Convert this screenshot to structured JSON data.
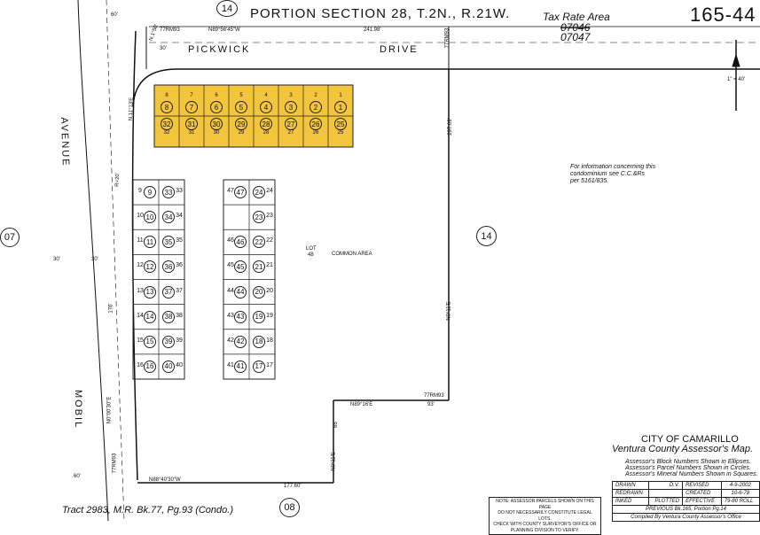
{
  "header": {
    "book_circle": "14",
    "title": "PORTION SECTION 28, T.2N., R.21W.",
    "tax_rate_area_label": "Tax Rate Area",
    "tax_rate_area_old": "07046",
    "tax_rate_area_new": "07047",
    "map_number": "165-44",
    "scale": "1\" = 40'"
  },
  "streets": {
    "pickwick": "PICKWICK",
    "drive": "DRIVE",
    "avenue": "AVENUE",
    "mobil": "MOBIL"
  },
  "dimensions": {
    "top_bearing": "N89°56'45\"W",
    "top_length": "241.98'",
    "left_bearing_a": "N.1°50'",
    "left_bearing_b": "N.11°13'E",
    "left_bearing_c": "N0°00'30\"E",
    "right_bearing": "N0°11'E",
    "right_length": "297.09'",
    "mid_bearing": "N89°16'E",
    "mid_length": "93'",
    "bottom_bearing": "N88°40'30\"W",
    "bottom_length": "177.60'",
    "low_bearing": "N0°11'E",
    "low_length": "65'",
    "rm_1": "77RM93",
    "rm_2": "77RM93",
    "rm_3": "77RM93",
    "rm_4": "77RM93",
    "d_60_top": "60'",
    "d_60_bottom": "60'",
    "d_30_a": "30'",
    "d_30_b": "30'",
    "d_30_c": "30'",
    "d_176": "176'",
    "d_r": "R=20'"
  },
  "lot": {
    "label": "LOT",
    "number": "48",
    "area": "COMMON AREA"
  },
  "info_note": [
    "For information concerning this",
    "condominium see C.C.&Rs",
    "per 5161/835."
  ],
  "adjacent": {
    "left": "07",
    "right": "14",
    "bottom": "08"
  },
  "top_row": [
    {
      "top": "8",
      "mid": "8"
    },
    {
      "top": "7",
      "mid": "7"
    },
    {
      "top": "6",
      "mid": "6"
    },
    {
      "top": "5",
      "mid": "5"
    },
    {
      "top": "4",
      "mid": "4"
    },
    {
      "top": "3",
      "mid": "3"
    },
    {
      "top": "2",
      "mid": "2"
    },
    {
      "top": "1",
      "mid": "1"
    }
  ],
  "second_row": [
    {
      "mid": "32",
      "bot": "32"
    },
    {
      "mid": "31",
      "bot": "31"
    },
    {
      "mid": "30",
      "bot": "30"
    },
    {
      "mid": "29",
      "bot": "29"
    },
    {
      "mid": "28",
      "bot": "28"
    },
    {
      "mid": "27",
      "bot": "27"
    },
    {
      "mid": "26",
      "bot": "26"
    },
    {
      "mid": "25",
      "bot": "25"
    }
  ],
  "left_block": [
    {
      "l": "9",
      "c1": "9",
      "c2": "33",
      "r": "33"
    },
    {
      "l": "10",
      "c1": "10",
      "c2": "34",
      "r": "34"
    },
    {
      "l": "11",
      "c1": "11",
      "c2": "35",
      "r": "35"
    },
    {
      "l": "12",
      "c1": "12",
      "c2": "36",
      "r": "36"
    },
    {
      "l": "13",
      "c1": "13",
      "c2": "37",
      "r": "37"
    },
    {
      "l": "14",
      "c1": "14",
      "c2": "38",
      "r": "38"
    },
    {
      "l": "15",
      "c1": "15",
      "c2": "39",
      "r": "39"
    },
    {
      "l": "16",
      "c1": "16",
      "c2": "40",
      "r": "40"
    }
  ],
  "right_block": [
    {
      "l": "47",
      "c1": "47",
      "c2": "24",
      "r": "24"
    },
    {
      "l": "",
      "c1": "",
      "c2": "23",
      "r": "23"
    },
    {
      "l": "46",
      "c1": "46",
      "c2": "22",
      "r": "22"
    },
    {
      "l": "45",
      "c1": "45",
      "c2": "21",
      "r": "21"
    },
    {
      "l": "44",
      "c1": "44",
      "c2": "20",
      "r": "20"
    },
    {
      "l": "43",
      "c1": "43",
      "c2": "19",
      "r": "19"
    },
    {
      "l": "42",
      "c1": "42",
      "c2": "18",
      "r": "18"
    },
    {
      "l": "41",
      "c1": "41",
      "c2": "17",
      "r": "17"
    }
  ],
  "footer": {
    "city": "CITY OF CAMARILLO",
    "county_map": "Ventura County Assessor's Map.",
    "legend_1": "Assessor's Block Numbers Shown in Ellipses.",
    "legend_2": "Assessor's Parcel Numbers Shown in Circles.",
    "legend_3": "Assessor's Mineral Numbers Shown in Squares.",
    "note_1": "NOTE: ASSESSOR PARCELS SHOWN ON THIS PAGE",
    "note_2": "DO NOT NECESSARILY CONSTITUTE LEGAL LOTS.",
    "note_3": "CHECK WITH COUNTY SURVEYOR'S OFFICE OR",
    "note_4": "PLANNING DIVISION TO VERIFY.",
    "drawn": "DRAWN",
    "drawn_by": "D.V.",
    "revised": "REVISED",
    "revised_date": "4-9-2002",
    "redrawn": "REDRAWN",
    "created": "CREATED",
    "created_date": "10-6-78",
    "inked": "INKED",
    "plotted": "PLOTTED",
    "effective": "EFFECTIVE",
    "effective_roll": "79-80",
    "roll": "ROLL",
    "previous": "PREVIOUS Bk.165, Portion Pg.14",
    "compiled": "Compiled By Ventura County Assessor's Office",
    "tract": "Tract 2983, M.R. Bk.77, Pg.93 (Condo.)"
  },
  "colors": {
    "highlight": "#F2C53D",
    "ink": "#111111"
  }
}
